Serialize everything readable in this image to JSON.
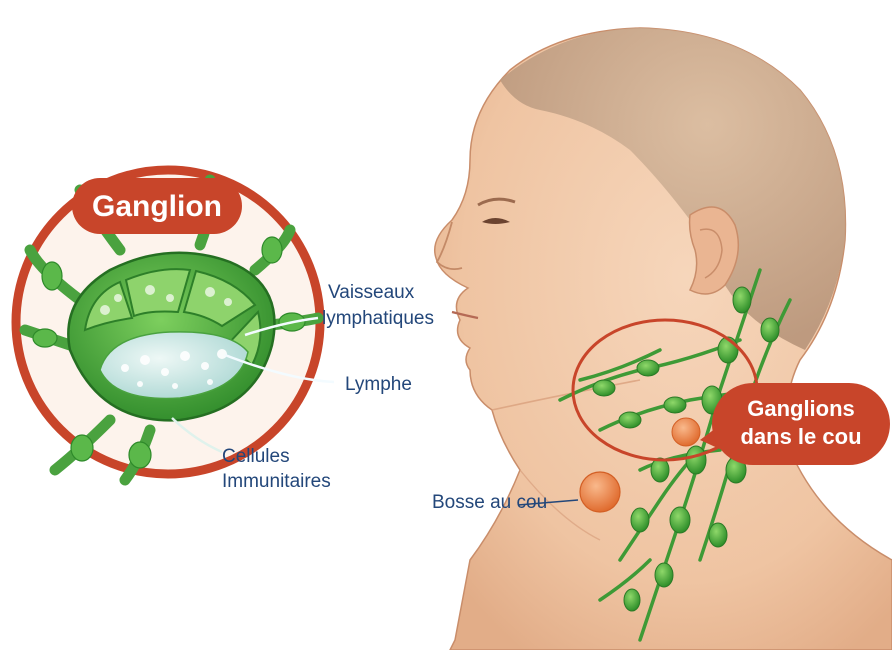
{
  "labels": {
    "title": "Ganglion",
    "vessels_line1": "Vaisseaux",
    "vessels_line2": "lymphatiques",
    "lymph": "Lymphe",
    "cells_line1": "Cellules",
    "cells_line2": "Immunitaires",
    "lump": "Bosse au cou",
    "nodes_line1": "Ganglions",
    "nodes_line2": "dans le cou"
  },
  "colors": {
    "accent": "#c8452a",
    "node_green": "#3fa535",
    "lymph_blue": "#cfe8e8",
    "skin": "#f0c9a8",
    "hair": "#c9a98a",
    "label_blue": "#23477a",
    "lump_orange": "#f08a4c"
  },
  "icons": {
    "lymph_node": "lymph-node-cross-section-icon",
    "head": "human-head-profile-icon",
    "neck_nodes": "neck-lymph-chain-icon",
    "lump": "swollen-node-icon"
  }
}
